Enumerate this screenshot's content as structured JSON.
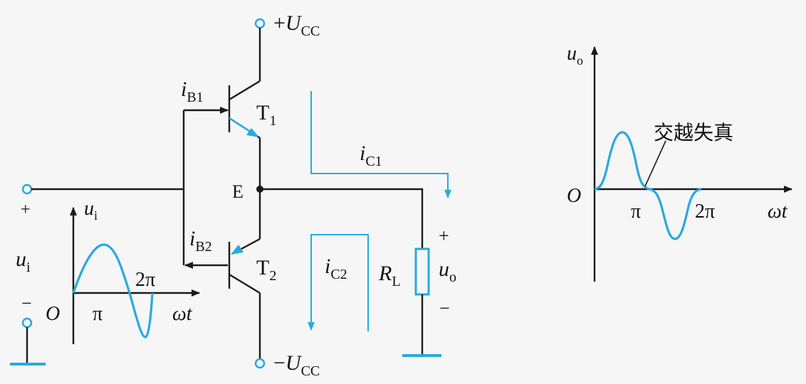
{
  "colors": {
    "accent": "#29a9e0",
    "ink": "#1a1a1a",
    "background": "#f6f6f6"
  },
  "circuit": {
    "vcc_pos": {
      "prefix": "+",
      "var": "U",
      "sub": "CC"
    },
    "vcc_neg": {
      "prefix": "−",
      "var": "U",
      "sub": "CC"
    },
    "t1": {
      "main": "T",
      "sub": "1"
    },
    "t2": {
      "main": "T",
      "sub": "2"
    },
    "ib1": {
      "main": "i",
      "sub": "B1"
    },
    "ib2": {
      "main": "i",
      "sub": "B2"
    },
    "ic1": {
      "main": "i",
      "sub": "C1"
    },
    "ic2": {
      "main": "i",
      "sub": "C2"
    },
    "node_e": "E",
    "rl": {
      "main": "R",
      "sub": "L"
    },
    "uo": {
      "main": "u",
      "sub": "o"
    },
    "ui": {
      "main": "u",
      "sub": "i"
    },
    "plus": "+",
    "minus": "−",
    "in_plus": "+",
    "in_minus": "−"
  },
  "input_graph": {
    "y_label": {
      "main": "u",
      "sub": "i"
    },
    "origin": "O",
    "pi": "π",
    "two_pi": "2π",
    "x_label": "ωt",
    "waveform": "sine"
  },
  "output_graph": {
    "y_label": {
      "main": "u",
      "sub": "o"
    },
    "origin": "O",
    "pi": "π",
    "two_pi": "2π",
    "x_label": "ωt",
    "annotation": "交越失真",
    "waveform": "sine with crossover distortion"
  }
}
